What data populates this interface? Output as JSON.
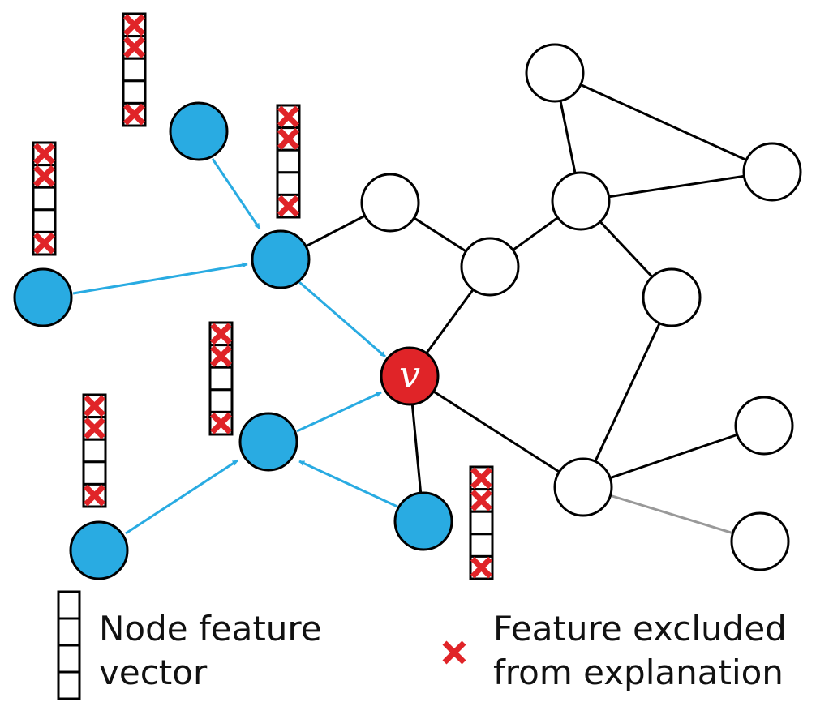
{
  "colors": {
    "explained_node": "#29abe2",
    "target_node": "#e02428",
    "plain_node": "#ffffff",
    "edge": "#000000",
    "message_arrow": "#29abe2",
    "faded_edge": "#999999",
    "excluded_mark": "#e02428"
  },
  "target_node": {
    "label": "v"
  },
  "legend": {
    "feature_vector_label": [
      "Node feature",
      "vector"
    ],
    "excluded_label": [
      "Feature excluded",
      "from explanation"
    ]
  },
  "icons": {
    "excluded_mark": "red-x-icon",
    "feature_vector": "stacked-cells-icon"
  },
  "feature_vectors": {
    "cells_per_vector": 5,
    "excluded_cells": [
      [
        0,
        1,
        4
      ],
      [
        0,
        1,
        4
      ],
      [
        0,
        1,
        4
      ],
      [
        0,
        1,
        4
      ],
      [
        0,
        1,
        4
      ],
      [
        0,
        1,
        4
      ]
    ]
  }
}
